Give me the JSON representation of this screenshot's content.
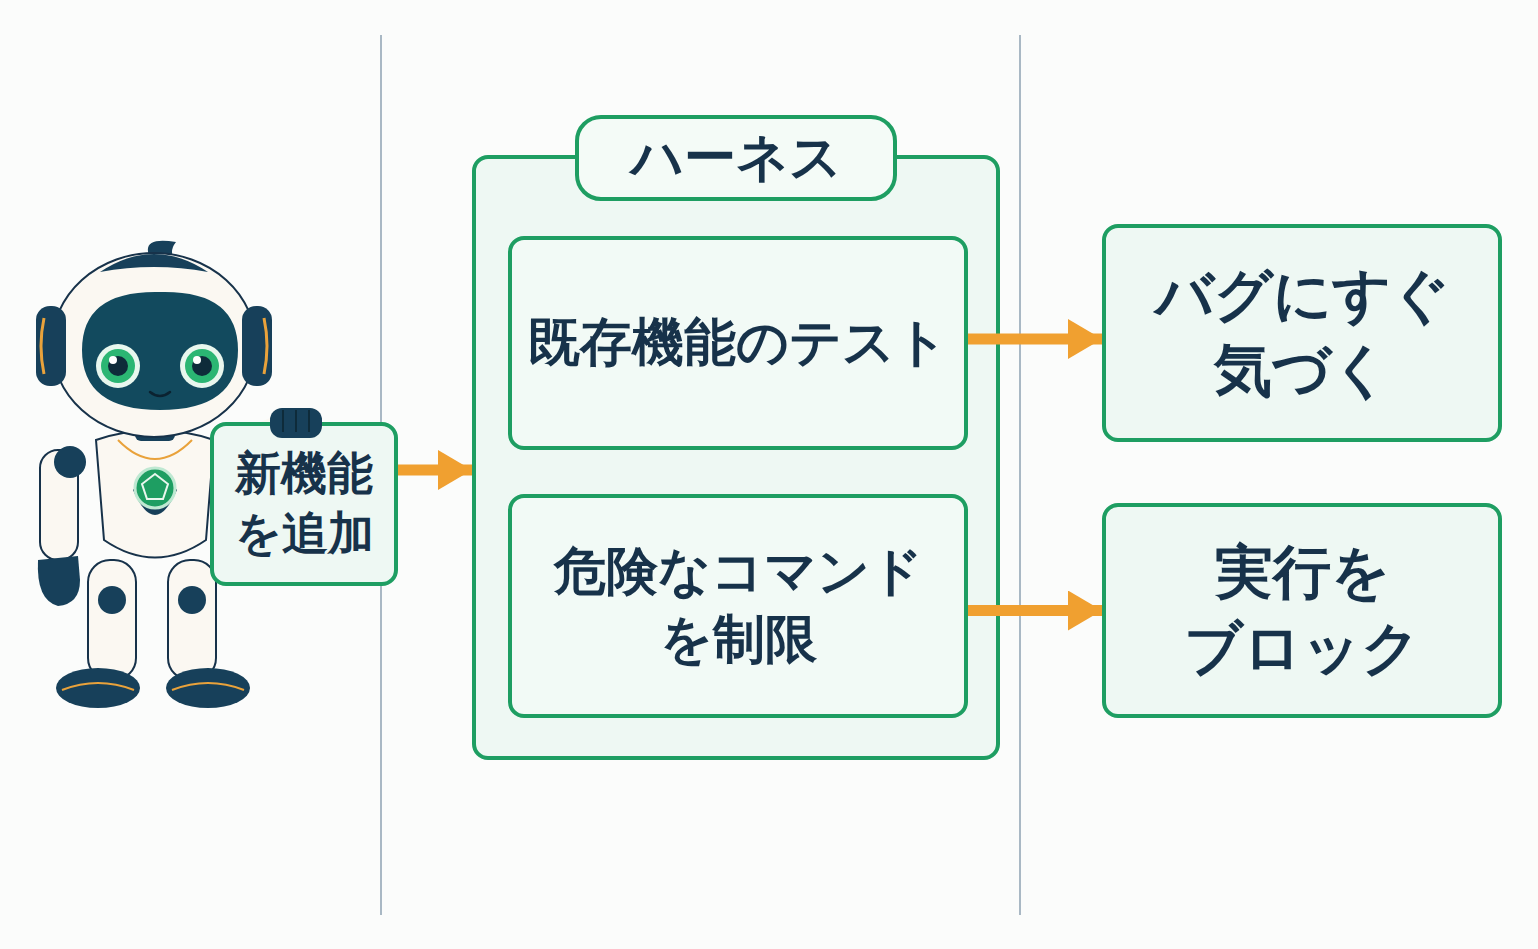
{
  "diagram": {
    "nodes": [
      {
        "text": [
          "新機能 を追加"
        ]
      },
      {
        "text": [
          "ハーネス"
        ]
      },
      {
        "text": [
          "既存機能のテスト"
        ],
        "in": 1
      },
      {
        "text": [
          "危険なコマンド を制限"
        ],
        "in": 1
      },
      {
        "text": [
          "バグにすぐ 気づく"
        ]
      },
      {
        "text": [
          "実行を ブロック"
        ]
      }
    ],
    "edges": [
      {
        "from": 0,
        "to": 1,
        "arrow": "to"
      },
      {
        "from": 2,
        "to": 4,
        "arrow": "to"
      },
      {
        "from": 3,
        "to": 5,
        "arrow": "to"
      }
    ]
  }
}
